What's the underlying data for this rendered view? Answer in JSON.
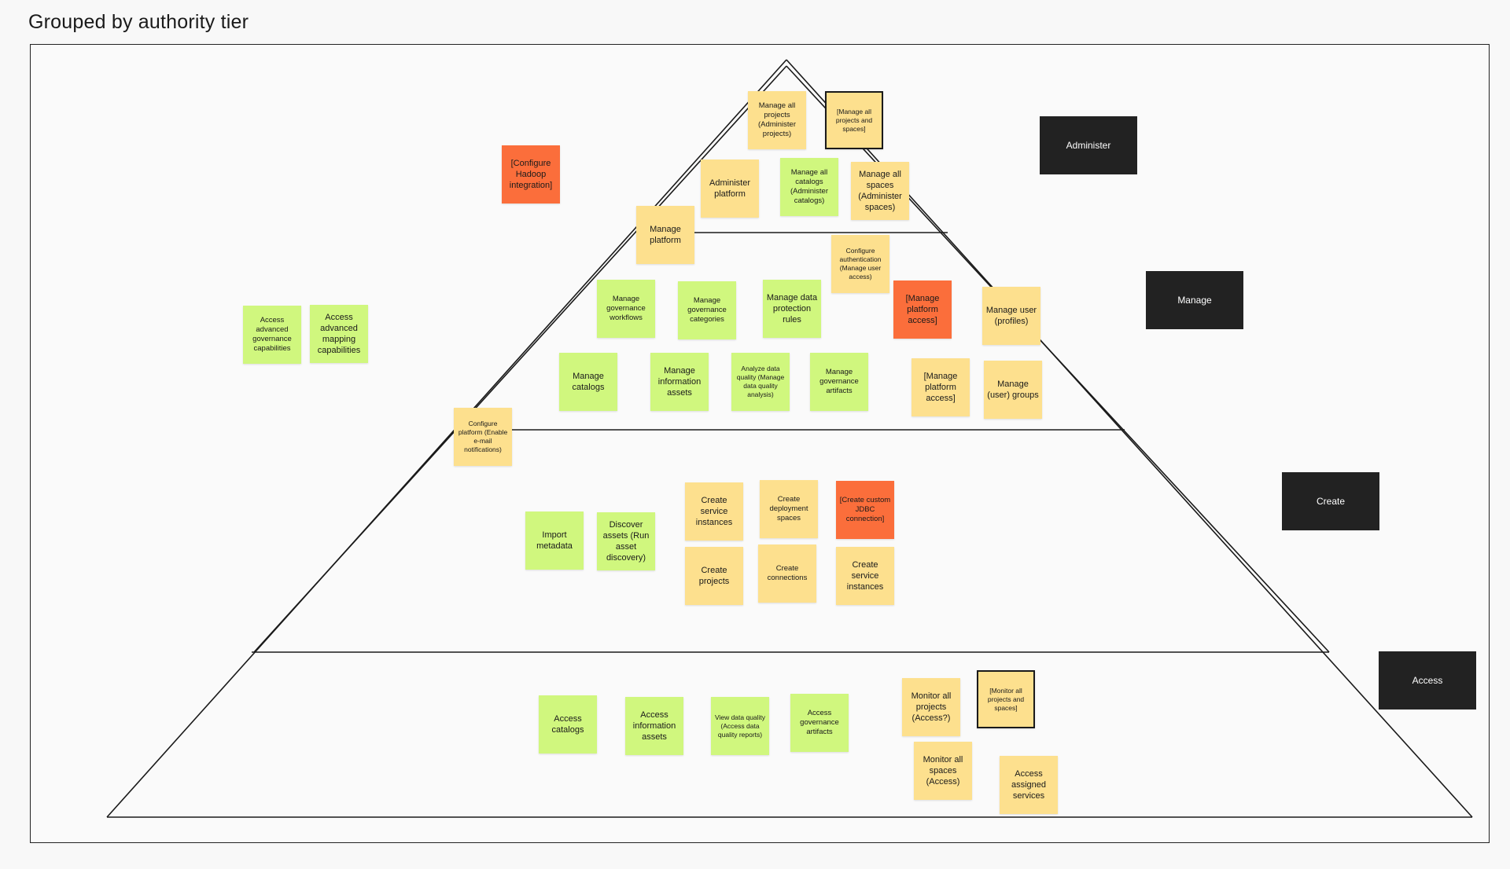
{
  "title": "Grouped by authority tier",
  "colors": {
    "yellow": "#fde08e",
    "green": "#d0f77e",
    "orange": "#fb6e3b",
    "tier_label_bg": "#222222"
  },
  "tiers": {
    "administer": "Administer",
    "manage": "Manage",
    "create": "Create",
    "access": "Access"
  },
  "notes": {
    "manage_all_projects_admin": "Manage all projects (Administer projects)",
    "manage_all_projects_spaces": "[Manage all projects and spaces]",
    "configure_hadoop": "[Configure Hadoop integration]",
    "administer_platform": "Administer platform",
    "manage_all_catalogs": "Manage all catalogs (Administer catalogs)",
    "manage_all_spaces": "Manage all spaces (Administer spaces)",
    "manage_platform": "Manage platform",
    "configure_authentication": "Configure authentication (Manage user access)",
    "manage_governance_workflows": "Manage governance workflows",
    "manage_governance_categories": "Manage governance categories",
    "manage_data_protection_rules": "Manage data protection rules",
    "manage_platform_access_orange": "[Manage platform access]",
    "manage_user_profiles": "Manage user (profiles)",
    "access_advanced_governance": "Access advanced governance capabilities",
    "access_advanced_mapping": "Access advanced mapping capabilities",
    "manage_catalogs": "Manage catalogs",
    "manage_information_assets": "Manage information assets",
    "analyze_data_quality": "Analyze data quality (Manage data quality analysis)",
    "manage_governance_artifacts": "Manage governance artifacts",
    "manage_platform_access_yellow": "[Manage platform access]",
    "manage_user_groups": "Manage (user) groups",
    "configure_platform_email": "Configure platform (Enable e-mail notifications)",
    "create_service_instances_1": "Create service instances",
    "create_deployment_spaces": "Create deployment spaces",
    "create_custom_jdbc": "[Create custom JDBC connection]",
    "import_metadata": "Import metadata",
    "discover_assets": "Discover assets (Run asset discovery)",
    "create_projects": "Create projects",
    "create_connections": "Create connections",
    "create_service_instances_2": "Create service instances",
    "access_catalogs": "Access catalogs",
    "access_information_assets": "Access information assets",
    "view_data_quality": "View data quality (Access data quality reports)",
    "access_governance_artifacts": "Access governance artifacts",
    "monitor_all_projects_access": "Monitor all projects (Access?)",
    "monitor_all_projects_spaces": "[Monitor all projects and spaces]",
    "monitor_all_spaces_access": "Monitor all spaces (Access)",
    "access_assigned_services": "Access assigned services"
  }
}
